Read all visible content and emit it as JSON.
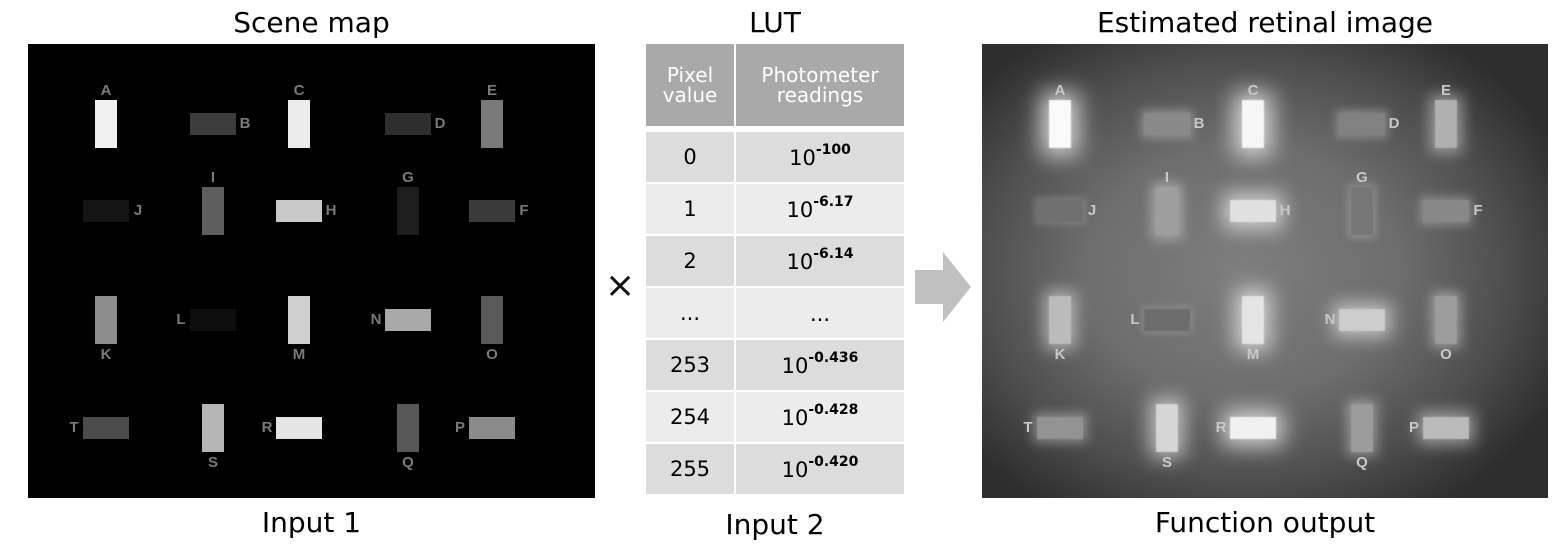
{
  "titles": {
    "left": "Scene map",
    "middle": "LUT",
    "right": "Estimated retinal image"
  },
  "captions": {
    "left": "Input 1",
    "middle": "Input 2",
    "right": "Function output"
  },
  "operator": "×",
  "lut": {
    "header": [
      "Pixel value",
      "Photometer readings"
    ],
    "rows": [
      {
        "pixel": "0",
        "base": "10",
        "exp": "-100"
      },
      {
        "pixel": "1",
        "base": "10",
        "exp": "-6.17"
      },
      {
        "pixel": "2",
        "base": "10",
        "exp": "-6.14"
      },
      {
        "pixel": "...",
        "base": "...",
        "exp": ""
      },
      {
        "pixel": "253",
        "base": "10",
        "exp": "-0.436"
      },
      {
        "pixel": "254",
        "base": "10",
        "exp": "-0.428"
      },
      {
        "pixel": "255",
        "base": "10",
        "exp": "-0.420"
      }
    ]
  },
  "patches": [
    {
      "label": "A",
      "orient": "v",
      "gray": "#f0f0f0"
    },
    {
      "label": "B",
      "orient": "h",
      "gray": "#3c3c3c"
    },
    {
      "label": "C",
      "orient": "v",
      "gray": "#ececec"
    },
    {
      "label": "D",
      "orient": "h",
      "gray": "#2e2e2e"
    },
    {
      "label": "E",
      "orient": "v",
      "gray": "#7a7a7a"
    },
    {
      "label": "J",
      "orient": "h",
      "gray": "#141414"
    },
    {
      "label": "I",
      "orient": "v",
      "gray": "#5e5e5e"
    },
    {
      "label": "H",
      "orient": "h",
      "gray": "#c8c8c8"
    },
    {
      "label": "G",
      "orient": "v",
      "gray": "#1e1e1e"
    },
    {
      "label": "F",
      "orient": "h",
      "gray": "#3a3a3a"
    },
    {
      "label": "K",
      "orient": "v",
      "gray": "#8c8c8c"
    },
    {
      "label": "L",
      "orient": "h",
      "gray": "#0e0e0e"
    },
    {
      "label": "M",
      "orient": "v",
      "gray": "#cfcfcf"
    },
    {
      "label": "N",
      "orient": "h",
      "gray": "#a8a8a8"
    },
    {
      "label": "O",
      "orient": "v",
      "gray": "#5a5a5a"
    },
    {
      "label": "T",
      "orient": "h",
      "gray": "#4c4c4c"
    },
    {
      "label": "S",
      "orient": "v",
      "gray": "#b6b6b6"
    },
    {
      "label": "R",
      "orient": "h",
      "gray": "#e4e4e4"
    },
    {
      "label": "Q",
      "orient": "v",
      "gray": "#585858"
    },
    {
      "label": "P",
      "orient": "h",
      "gray": "#8a8a8a"
    }
  ]
}
